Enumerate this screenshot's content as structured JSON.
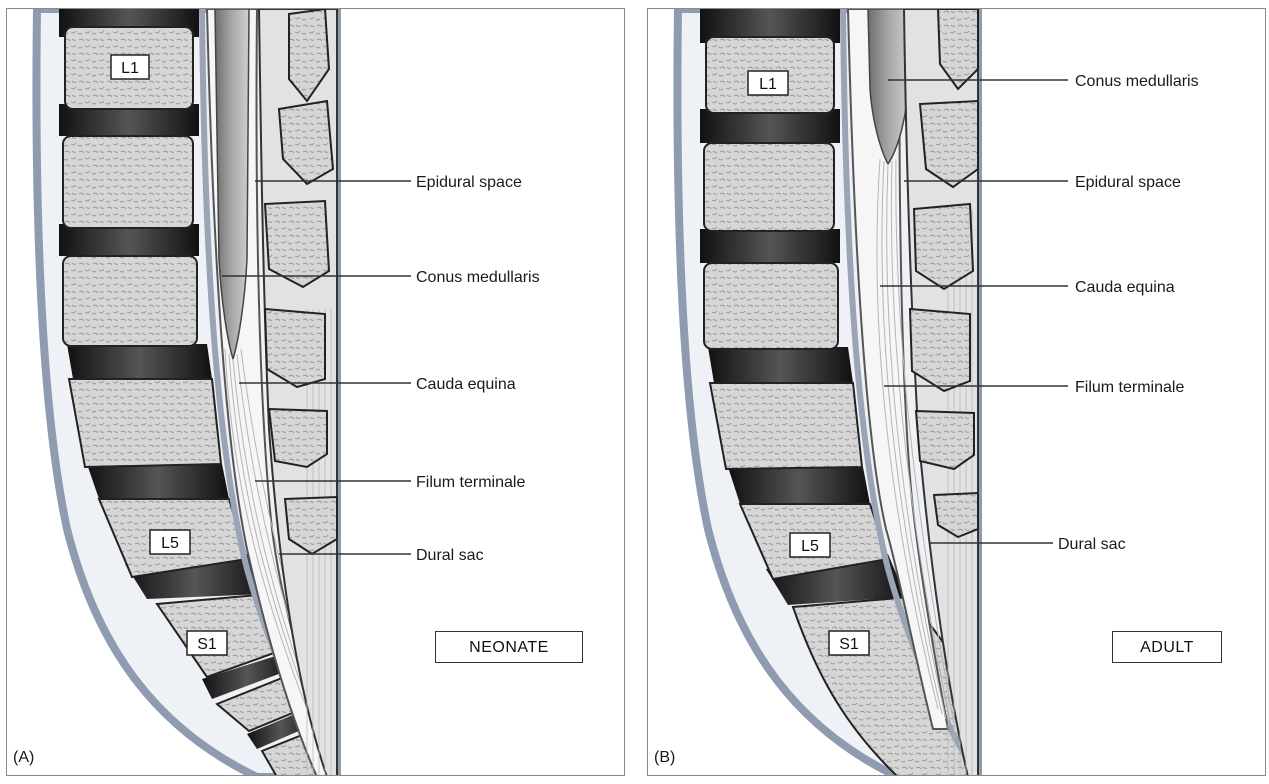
{
  "panels": [
    {
      "letter": "(A)",
      "stage": "NEONATE",
      "vertebra_labels": {
        "top": "L1",
        "lumbar5": "L5",
        "sacral1": "S1"
      },
      "callouts": [
        "Epidural space",
        "Conus medullaris",
        "Cauda equina",
        "Filum terminale",
        "Dural sac"
      ]
    },
    {
      "letter": "(B)",
      "stage": "ADULT",
      "vertebra_labels": {
        "top": "L1",
        "lumbar5": "L5",
        "sacral1": "S1"
      },
      "callouts": [
        "Conus medullaris",
        "Epidural space",
        "Cauda equina",
        "Filum terminale",
        "Dural sac"
      ]
    }
  ],
  "colors": {
    "bone": "#d4d4d4",
    "bone_outline": "#222222",
    "disc": "#2a2a2a",
    "periosteum": "#8e9bb0",
    "spinal_cord": "#8a8a8a",
    "csf": "#f6f6f6",
    "ligament": "#c9c9c9"
  }
}
